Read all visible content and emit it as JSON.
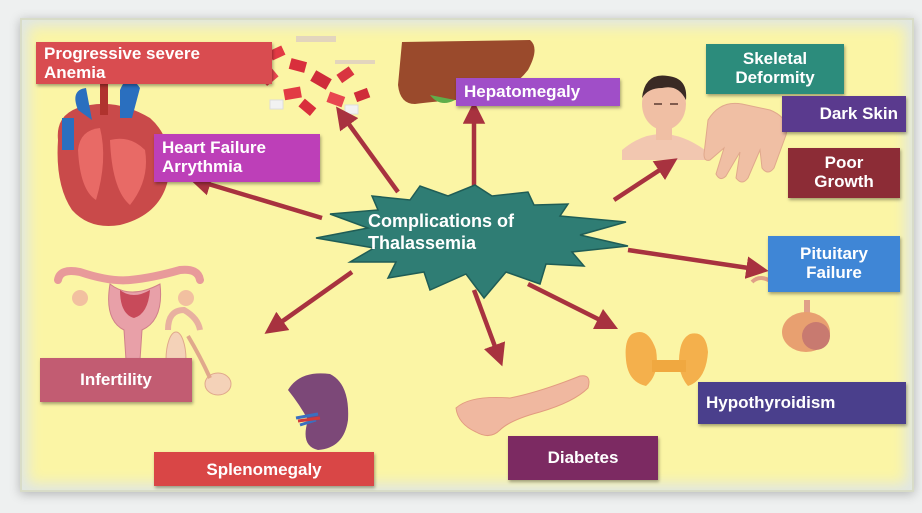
{
  "center": {
    "line1": "Complications of",
    "line2": "Thalassemia"
  },
  "complications": {
    "anemia": {
      "line1": "Progressive severe",
      "line2": "Anemia"
    },
    "heart": {
      "line1": "Heart Failure",
      "line2": "Arrythmia"
    },
    "hepatomegaly": "Hepatomegaly",
    "skeletal": {
      "line1": "Skeletal",
      "line2": "Deformity"
    },
    "dark_skin": "Dark Skin",
    "poor_growth": {
      "line1": "Poor",
      "line2": "Growth"
    },
    "pituitary": {
      "line1": "Pituitary",
      "line2": "Failure"
    },
    "hypothyroidism": "Hypothyroidism",
    "diabetes": "Diabetes",
    "splenomegaly": "Splenomegaly",
    "infertility": "Infertility"
  },
  "colors": {
    "background": "#fbf5a5",
    "hub": "#2f7d74",
    "arrow": "#a8323f",
    "anemia": "#d94c50",
    "heart": "#bd3fb8",
    "hepatomegaly": "#a04ec8",
    "skeletal": "#2c8c7c",
    "dark_skin": "#5a3a8e",
    "poor_growth": "#8c2c36",
    "pituitary": "#3f86d6",
    "hypothyroidism": "#4a3f8c",
    "diabetes": "#7c2a62",
    "splenomegaly": "#d94646",
    "infertility": "#c25c72"
  },
  "icons": [
    "red-blood-cells-icon",
    "liver-icon",
    "face-icon",
    "hand-icon",
    "heart-icon",
    "uterus-icon",
    "testes-icon",
    "spleen-icon",
    "pancreas-icon",
    "thyroid-icon",
    "pituitary-icon"
  ]
}
